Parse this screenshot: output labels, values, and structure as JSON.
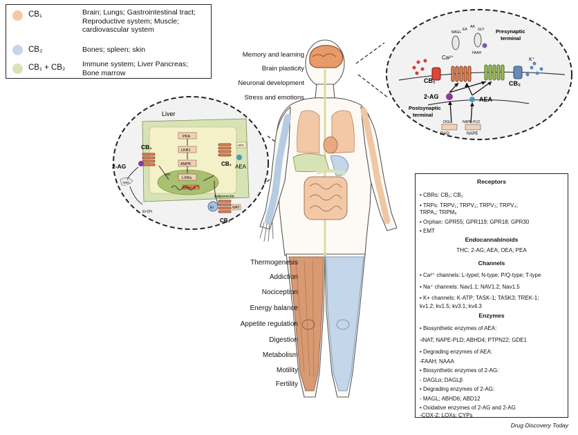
{
  "legend": {
    "items": [
      {
        "label": "CB₁",
        "color": "#f6c9a6",
        "desc": [
          "Brain; Lungs; Gastrointestinal tract;",
          "Reproductive system; Muscle;",
          "cardiovascular system"
        ]
      },
      {
        "label": "CB₂",
        "color": "#c3d6ea",
        "desc": [
          "Bones; spleen; skin"
        ]
      },
      {
        "label": "CB₁ + CB₂",
        "color": "#d7e3b5",
        "desc": [
          "Immune system; Liver Pancreas;",
          "Bone marrow"
        ]
      }
    ]
  },
  "brain_functions": [
    "Memory and learning",
    "Brain plasticity",
    "Neuronal development",
    "Stress and emotions"
  ],
  "body_functions": [
    "Thermogenesis",
    "Addiction",
    "Nociception",
    "Energy balance",
    "Appetite regulation",
    "Digestion",
    "Metabolism",
    "Motility",
    "Fertility"
  ],
  "synapse": {
    "presynaptic": [
      "Presynaptic",
      "terminal"
    ],
    "postsynaptic": [
      "Postsynaptic",
      "terminal"
    ],
    "ca": "Ca²⁺",
    "kplus": "K⁺",
    "cb1": "CB₁",
    "cb2": "CB₂",
    "ag2": "2-AG",
    "aea": "AEA",
    "dag": "DAG",
    "dgl": "DGL",
    "nape": "NAPE",
    "napepld": "NAPE-PLD",
    "mgl": "MAGL",
    "faah": "FAAH",
    "ea": "EA",
    "aa": "AA",
    "gly": "GLY"
  },
  "liver": {
    "title": "Liver",
    "pka": "PKA",
    "lkb1": "LKB1",
    "ampk": "AMPK",
    "lxra": "LXRα",
    "srebp": "SREBP-1c",
    "ag2": "2-AG",
    "cb1_left": "CB₁",
    "cb1_right": "CB₁",
    "cb1_bottom": "CB₁",
    "aea": "AEA",
    "adiponectin": "Adiponectin",
    "hsc": "HSC",
    "etoh": "Et-OH",
    "hf2": "HF2",
    "wat": "WAT",
    "ei": "EI",
    "amm": "AMI"
  },
  "receptors": {
    "title": "Receptors",
    "lines": [
      "• CBRs: CB₁; CB₂",
      "• TRPs: TRPV₁; TRPV₂; TRPV₃; TRPV₄;",
      "   TRPA₁; TRPM₈",
      "• Orphan: GPR55; GPR119; GPR18; GPR30",
      "• EMT"
    ]
  },
  "endocannabinoids": {
    "title": "Endocannabinoids",
    "lines": [
      "THC; 2-AG; AEA; OEA; PEA"
    ]
  },
  "channels": {
    "title": "Channels",
    "lines": [
      "• Ca²⁺ channels: L-typel; N-type; P/Q-type; T-type",
      "• Na⁺ channels: Nav1.1; NAV1.2; Nav1.5",
      "• K+ channels: K-ATP; TASK-1; TASK3; TREK-1;",
      "   kv1.2; kv1.5; kv3.1; kv4.3"
    ]
  },
  "enzymes": {
    "title": "Enzymes",
    "lines": [
      "• Biosynthetic enzymes of AEA:",
      "   -iNAT; NAPE-PLD; ABHD4; PTPN22; GDE1",
      "• Degrading enzymes of AEA:",
      "   -FAAH; NAAA",
      "• Biosynthetic enzymes of 2-AG:",
      "   - DAGLα; DAGLβ",
      "• Degrading enzymes of 2-AG:",
      "   - MAGL; ABHD6; ABD12",
      "• Oxidative enzymes of 2-AG and 2-AG",
      "   -COX-2; LOXs; CYPs"
    ]
  },
  "credit": "Drug Discovery Today",
  "colors": {
    "cb1": "#f6c9a6",
    "cb2": "#c3d6ea",
    "both": "#d7e3b5",
    "muscle": "#d79a72",
    "bone": "#b7cce3",
    "organ": "#f3c8a6"
  }
}
